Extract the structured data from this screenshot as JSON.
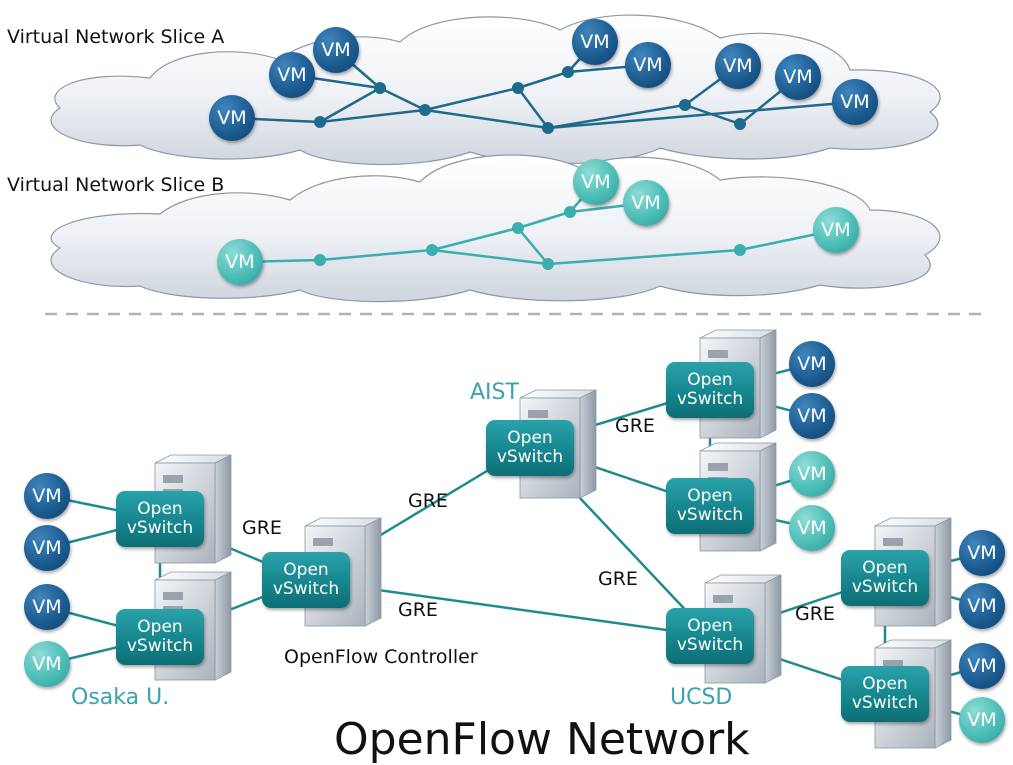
{
  "slices": {
    "a_label": "Virtual Network Slice A",
    "b_label": "Virtual Network Slice B"
  },
  "vm_label": "VM",
  "ovs": {
    "line1": "Open",
    "line2": "vSwitch"
  },
  "edge_label": "GRE",
  "sites": {
    "aist": "AIST",
    "osaka": "Osaka U.",
    "ucsd": "UCSD"
  },
  "controller_label": "OpenFlow Controller",
  "title": "OpenFlow Network",
  "colors": {
    "slice_a_line": "#1f6a8c",
    "slice_b_line": "#3aaeb0",
    "physical_line": "#1f8a92",
    "site_label": "#3aa3ad",
    "vm_blue": "#1c5c91",
    "vm_teal": "#4cbdb7",
    "ovs_fill": "#15838b",
    "separator": "#b3b3b3"
  },
  "icons": {
    "cloud": "cloud-icon",
    "server": "server-tower-icon"
  }
}
